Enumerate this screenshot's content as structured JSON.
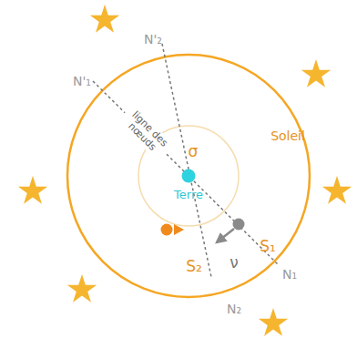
{
  "diagram": {
    "labels": [
      "N'₂",
      "N'₁",
      "ligne des nœuds",
      "σ",
      "Soleil",
      "Terre",
      "S₁",
      "ν",
      "S₂",
      "N₁",
      "N₂"
    ]
  }
}
